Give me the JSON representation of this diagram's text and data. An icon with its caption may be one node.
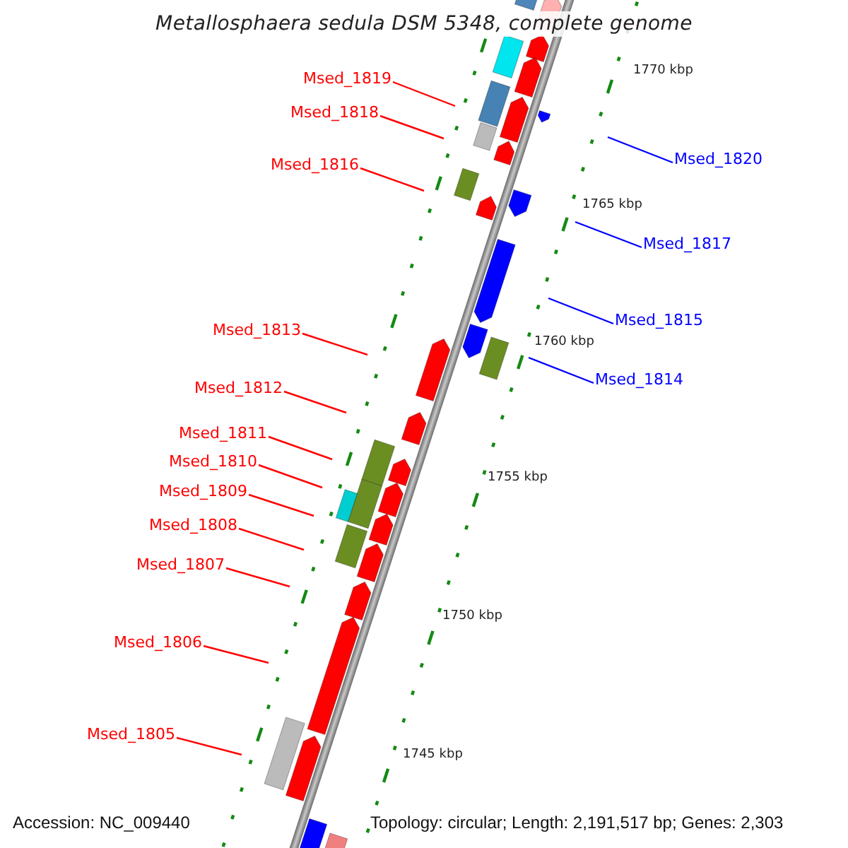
{
  "diagram": {
    "title": "Metallosphaera sedula DSM 5348, complete genome",
    "nodes": [
      {
        "text": [
          "Msed_1819"
        ]
      },
      {
        "text": [
          "Msed_1818"
        ]
      },
      {
        "text": [
          "Msed_1820"
        ]
      },
      {
        "text": [
          "Msed_1816"
        ]
      },
      {
        "text": [
          "Msed_1817"
        ]
      },
      {
        "text": [
          "Msed_1815"
        ]
      },
      {
        "text": [
          "Msed_1813"
        ]
      },
      {
        "text": [
          "Msed_1814"
        ]
      },
      {
        "text": [
          "Msed_1812"
        ]
      },
      {
        "text": [
          "Msed_1811"
        ]
      },
      {
        "text": [
          "Msed_1810"
        ]
      },
      {
        "text": [
          "Msed_1809"
        ]
      },
      {
        "text": [
          "Msed_1808"
        ]
      },
      {
        "text": [
          "Msed_1807"
        ]
      },
      {
        "text": [
          "Msed_1806"
        ]
      },
      {
        "text": [
          "Msed_1805"
        ]
      }
    ],
    "edges": [
      {
        "from": 0,
        "to": null,
        "arrow": "none"
      },
      {
        "from": 1,
        "to": null,
        "arrow": "none"
      },
      {
        "from": 2,
        "to": null,
        "arrow": "none",
        "color": "#0000ff"
      },
      {
        "from": 3,
        "to": null,
        "arrow": "none"
      },
      {
        "from": 4,
        "to": null,
        "arrow": "none",
        "color": "#0000ff"
      },
      {
        "from": 5,
        "to": null,
        "arrow": "none",
        "color": "#0000ff"
      },
      {
        "from": 6,
        "to": null,
        "arrow": "none"
      },
      {
        "from": 7,
        "to": null,
        "arrow": "none",
        "color": "#0000ff"
      },
      {
        "from": 8,
        "to": null,
        "arrow": "none"
      },
      {
        "from": 9,
        "to": null,
        "arrow": "none"
      },
      {
        "from": 10,
        "to": null,
        "arrow": "none"
      },
      {
        "from": 11,
        "to": null,
        "arrow": "none"
      },
      {
        "from": 12,
        "to": null,
        "arrow": "none"
      },
      {
        "from": 13,
        "to": null,
        "arrow": "none"
      },
      {
        "from": 14,
        "to": null,
        "arrow": "none"
      },
      {
        "from": 15,
        "to": null,
        "arrow": "none"
      }
    ],
    "labels": [
      "1770 kbp",
      "1765 kbp",
      "1760 kbp",
      "1755 kbp",
      "1750 kbp",
      "1745 kbp",
      "Accession: NC_009440",
      "Topology: circular; Length: 2,191,517 bp; Genes: 2,303"
    ]
  }
}
